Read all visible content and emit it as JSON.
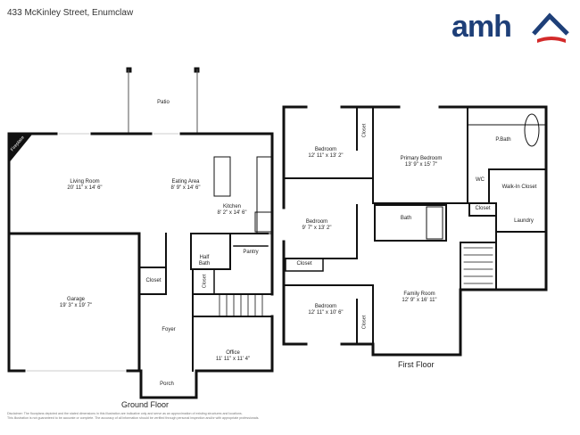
{
  "header": {
    "address": "433 McKinley Street, Enumclaw",
    "logo_text": "amh",
    "brand_color": "#1e3f78",
    "accent_color": "#d32a2a"
  },
  "ground_floor": {
    "title": "Ground Floor",
    "rooms": {
      "patio": "Patio",
      "fireplace": "Fireplace",
      "living_room": "Living Room",
      "living_room_dim": "20' 11\" x 14' 6\"",
      "eating_area": "Eating Area",
      "eating_area_dim": "8' 9\" x 14' 6\"",
      "kitchen": "Kitchen",
      "kitchen_dim": "8' 2\" x 14' 6\"",
      "garage": "Garage",
      "garage_dim": "19' 3\" x 19' 7\"",
      "closet": "Closet",
      "closet_small": "Closet",
      "half_bath": "Half Bath",
      "pantry": "Pantry",
      "foyer": "Foyer",
      "office": "Office",
      "office_dim": "11' 11\" x 11' 4\"",
      "porch": "Porch"
    }
  },
  "first_floor": {
    "title": "First Floor",
    "rooms": {
      "bedroom1": "Bedroom",
      "bedroom1_dim": "12' 11\" x 13' 2\"",
      "closet_b1": "Closet",
      "primary_bedroom": "Primary Bedroom",
      "primary_bedroom_dim": "13' 9\" x 15' 7\"",
      "pbath": "P.Bath",
      "wc": "WC",
      "walkin_closet": "Walk-In Closet",
      "bedroom2": "Bedroom",
      "bedroom2_dim": "9' 7\" x 13' 2\"",
      "closet_b2": "Closet",
      "bath": "Bath",
      "closet_hall": "Closet",
      "laundry": "Laundry",
      "family_room": "Family Room",
      "family_room_dim": "12' 9\" x 16' 11\"",
      "bedroom3": "Bedroom",
      "bedroom3_dim": "12' 11\" x 10' 6\"",
      "closet_b3": "Closet"
    }
  },
  "footer": {
    "disclaimer_line1": "Disclaimer: The floorplans depicted and the stated dimensions in this illustration are indicative only and serve as an approximation of existing structures and locations.",
    "disclaimer_line2": "This illustration is not guaranteed to be accurate or complete. The accuracy of all information should be verified through personal inspection and/or with appropriate professionals."
  }
}
